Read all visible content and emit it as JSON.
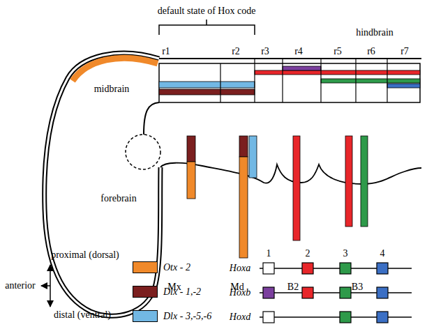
{
  "diagram": {
    "labels": [
      "default state of Hox code",
      "hindbrain",
      "r1",
      "r2",
      "r3",
      "r4",
      "r5",
      "r6",
      "r7",
      "midbrain",
      "forebrain",
      "Mx",
      "Md",
      "B2",
      "B3",
      "proximal (dorsal)",
      "anterior",
      "distal (ventral)",
      "Hoxa",
      "Hoxb",
      "Hoxd",
      "1",
      "2",
      "3",
      "4"
    ],
    "legend": [
      {
        "text": "Otx - 2",
        "color": "#f0892a"
      },
      {
        "text": "Dlx - 1,-2",
        "color": "#7b1f1f"
      },
      {
        "text": "Dlx - 3,-5,-6",
        "color": "#72b8e4"
      }
    ]
  }
}
